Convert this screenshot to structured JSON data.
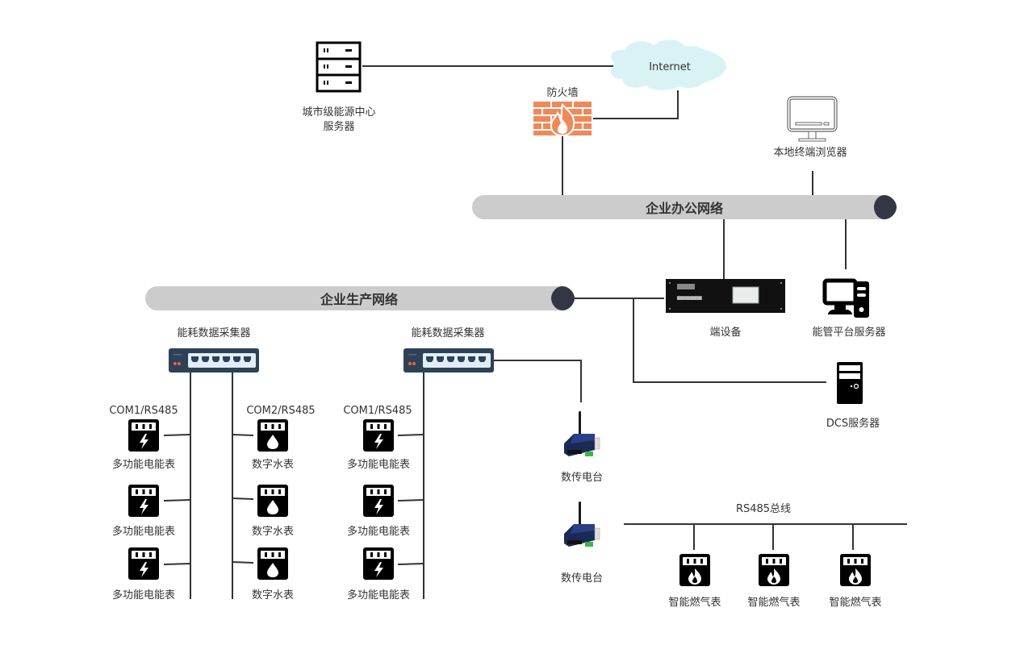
{
  "colors": {
    "wire": "#333333",
    "bus_fill": "#cccccc",
    "bus_cap": "#343643",
    "cloud_fill": "#d9f3f5",
    "firewall": "#f0895a",
    "switch_body": "#2e4157",
    "switch_ports": "#e1eef7",
    "switch_leds": "#e06a3a",
    "icon_dark": "#000000",
    "text": "#333333"
  },
  "nodes": {
    "city_server": {
      "line1": "城市级能源中心",
      "line2": "服务器",
      "icon": "server-rack-icon"
    },
    "internet": {
      "label": "Internet",
      "icon": "cloud-icon"
    },
    "firewall": {
      "label": "防火墙",
      "icon": "firewall-icon"
    },
    "local_browser": {
      "label": "本地终端浏览器",
      "icon": "monitor-icon"
    },
    "edge_device": {
      "label": "端设备",
      "icon": "rack-device-icon"
    },
    "platform_server": {
      "label": "能管平台服务器",
      "icon": "desktop-computer-icon"
    },
    "dcs_server": {
      "label": "DCS服务器",
      "icon": "tower-server-icon"
    },
    "collector_1": {
      "label": "能耗数据采集器",
      "icon": "network-switch-icon"
    },
    "collector_2": {
      "label": "能耗数据采集器",
      "icon": "network-switch-icon"
    },
    "radio_1": {
      "label": "数传电台",
      "icon": "radio-modem-icon"
    },
    "radio_2": {
      "label": "数传电台",
      "icon": "radio-modem-icon"
    }
  },
  "buses": {
    "office": {
      "label": "企业办公网络"
    },
    "production": {
      "label": "企业生产网络"
    },
    "rs485": {
      "label": "RS485总线"
    }
  },
  "branches": {
    "c1_com1": {
      "label": "COM1/RS485",
      "meters": [
        {
          "label": "多功能电能表",
          "type": "electric"
        },
        {
          "label": "多功能电能表",
          "type": "electric"
        },
        {
          "label": "多功能电能表",
          "type": "electric"
        }
      ]
    },
    "c1_com2": {
      "label": "COM2/RS485",
      "meters": [
        {
          "label": "数字水表",
          "type": "water"
        },
        {
          "label": "数字水表",
          "type": "water"
        },
        {
          "label": "数字水表",
          "type": "water"
        }
      ]
    },
    "c2_com1": {
      "label": "COM1/RS485",
      "meters": [
        {
          "label": "多功能电能表",
          "type": "electric"
        },
        {
          "label": "多功能电能表",
          "type": "electric"
        },
        {
          "label": "多功能电能表",
          "type": "electric"
        }
      ]
    },
    "gas": {
      "meters": [
        {
          "label": "智能燃气表",
          "type": "gas"
        },
        {
          "label": "智能燃气表",
          "type": "gas"
        },
        {
          "label": "智能燃气表",
          "type": "gas"
        }
      ]
    }
  }
}
